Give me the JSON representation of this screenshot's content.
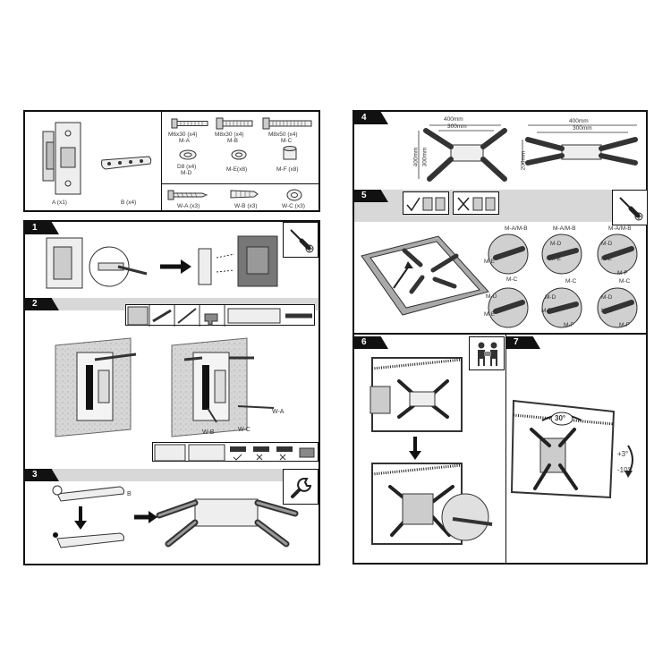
{
  "parts": {
    "a": "A (x1)",
    "b": "B (x4)",
    "m6x30": "M6x30 (x4)",
    "ma": "M-A",
    "m8x30": "M8x30 (x4)",
    "mb": "M-B",
    "m8x50": "M8x50 (x4)",
    "mc": "M-C",
    "d8": "D8 (x4)",
    "md": "M-D",
    "me": "M-E(x8)",
    "mf": "M-F (x8)",
    "wa": "W-A (x3)",
    "wb": "W-B (x3)",
    "wc": "W-C (x3)"
  },
  "steps": {
    "s1": "1",
    "s2": "2",
    "s3": "3",
    "s4": "4",
    "s5": "5",
    "s6": "6",
    "s7": "7"
  },
  "step2": {
    "wb": "W-B",
    "wc": "W-C",
    "wa": "W-A"
  },
  "step3": {
    "b": "B"
  },
  "step4": {
    "w1": "400mm",
    "w2": "300mm",
    "h1": "400mm",
    "h2": "300mm",
    "w3": "400mm",
    "w4": "300mm",
    "h3": "200mm"
  },
  "step5": {
    "mamb": "M-A/M-B",
    "md": "M-D",
    "me": "M-E",
    "mf": "M-F",
    "mc": "M-C"
  },
  "step7": {
    "angle": "30°",
    "tilt_up": "+3°",
    "tilt_down": "-10°"
  }
}
